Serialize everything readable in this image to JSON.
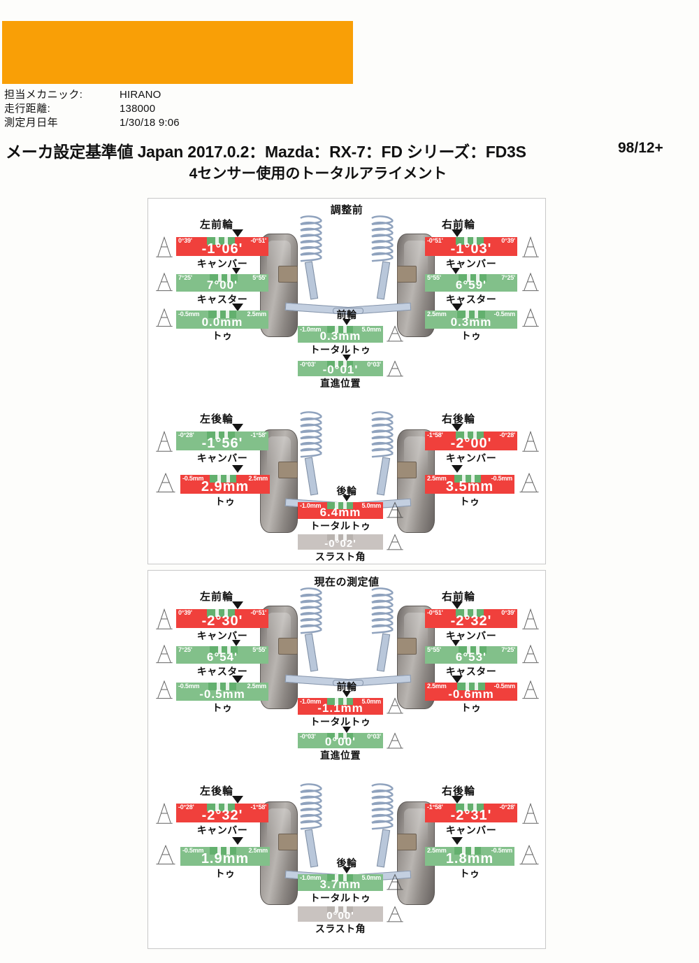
{
  "header": {
    "orange_banner": "",
    "fields": [
      {
        "label": "担当メカニック:",
        "value": "HIRANO"
      },
      {
        "label": "走行距離:",
        "value": "138000"
      },
      {
        "label": "測定月日年",
        "value": "1/30/18 9:06"
      }
    ]
  },
  "title": {
    "spec": "メーカ設定基準値 Japan 2017.0.2：Mazda：RX-7：FD シリーズ：FD3S",
    "code": "98/12+",
    "subtitle": "4センサー使用のトータルアライメント"
  },
  "labels": {
    "left_front": "左前輪",
    "right_front": "右前輪",
    "left_rear": "左後輪",
    "right_rear": "右後輪",
    "camber": "キャンバー",
    "caster": "キャスター",
    "toe": "トゥ",
    "front_axle": "前輪",
    "rear_axle": "後輪",
    "total_toe": "トータルトゥ",
    "steering_position": "直進位置",
    "thrust_angle": "スラスト角"
  },
  "colors": {
    "banner": "#f99f06",
    "ok": "#82c08a",
    "ok_band": "#63b06e",
    "bad": "#f0403c",
    "na": "#c9c3c0",
    "text": "#111111"
  },
  "panels": [
    {
      "id": "before",
      "title": "調整前",
      "left_front": {
        "camber": {
          "value": "-1°06'",
          "min": "0°39'",
          "max": "-0°51'",
          "state": "bad"
        },
        "caster": {
          "value": "7°00'",
          "min": "7°25'",
          "max": "5°55'",
          "state": "ok"
        },
        "toe": {
          "value": "0.0mm",
          "min": "-0.5mm",
          "max": "2.5mm",
          "state": "ok"
        }
      },
      "right_front": {
        "camber": {
          "value": "-1°03'",
          "min": "-0°51'",
          "max": "0°39'",
          "state": "bad"
        },
        "caster": {
          "value": "6°59'",
          "min": "5°55'",
          "max": "7°25'",
          "state": "ok"
        },
        "toe": {
          "value": "0.3mm",
          "min": "2.5mm",
          "max": "-0.5mm",
          "state": "ok"
        }
      },
      "front_total_toe": {
        "value": "0.3mm",
        "min": "-1.0mm",
        "max": "5.0mm",
        "state": "ok"
      },
      "steering": {
        "value": "-0°01'",
        "min": "-0°03'",
        "max": "0°03'",
        "state": "ok"
      },
      "left_rear": {
        "camber": {
          "value": "-1°56'",
          "min": "-0°28'",
          "max": "-1°58'",
          "state": "ok"
        },
        "toe": {
          "value": "2.9mm",
          "min": "-0.5mm",
          "max": "2.5mm",
          "state": "bad"
        }
      },
      "right_rear": {
        "camber": {
          "value": "-2°00'",
          "min": "-1°58'",
          "max": "-0°28'",
          "state": "bad"
        },
        "toe": {
          "value": "3.5mm",
          "min": "2.5mm",
          "max": "-0.5mm",
          "state": "bad"
        }
      },
      "rear_total_toe": {
        "value": "6.4mm",
        "min": "-1.0mm",
        "max": "5.0mm",
        "state": "bad"
      },
      "thrust": {
        "value": "-0°02'",
        "min": "",
        "max": "",
        "state": "na"
      }
    },
    {
      "id": "current",
      "title": "現在の測定値",
      "left_front": {
        "camber": {
          "value": "-2°30'",
          "min": "0°39'",
          "max": "-0°51'",
          "state": "bad"
        },
        "caster": {
          "value": "6°54'",
          "min": "7°25'",
          "max": "5°55'",
          "state": "ok"
        },
        "toe": {
          "value": "-0.5mm",
          "min": "-0.5mm",
          "max": "2.5mm",
          "state": "ok"
        }
      },
      "right_front": {
        "camber": {
          "value": "-2°32'",
          "min": "-0°51'",
          "max": "0°39'",
          "state": "bad"
        },
        "caster": {
          "value": "6°53'",
          "min": "5°55'",
          "max": "7°25'",
          "state": "ok"
        },
        "toe": {
          "value": "-0.6mm",
          "min": "2.5mm",
          "max": "-0.5mm",
          "state": "bad"
        }
      },
      "front_total_toe": {
        "value": "-1.1mm",
        "min": "-1.0mm",
        "max": "5.0mm",
        "state": "bad"
      },
      "steering": {
        "value": "0°00'",
        "min": "-0°03'",
        "max": "0°03'",
        "state": "ok"
      },
      "left_rear": {
        "camber": {
          "value": "-2°32'",
          "min": "-0°28'",
          "max": "-1°58'",
          "state": "bad"
        },
        "toe": {
          "value": "1.9mm",
          "min": "-0.5mm",
          "max": "2.5mm",
          "state": "ok"
        }
      },
      "right_rear": {
        "camber": {
          "value": "-2°31'",
          "min": "-1°58'",
          "max": "-0°28'",
          "state": "bad"
        },
        "toe": {
          "value": "1.8mm",
          "min": "2.5mm",
          "max": "-0.5mm",
          "state": "ok"
        }
      },
      "rear_total_toe": {
        "value": "3.7mm",
        "min": "-1.0mm",
        "max": "5.0mm",
        "state": "ok"
      },
      "thrust": {
        "value": "0°00'",
        "min": "",
        "max": "",
        "state": "na"
      }
    }
  ]
}
